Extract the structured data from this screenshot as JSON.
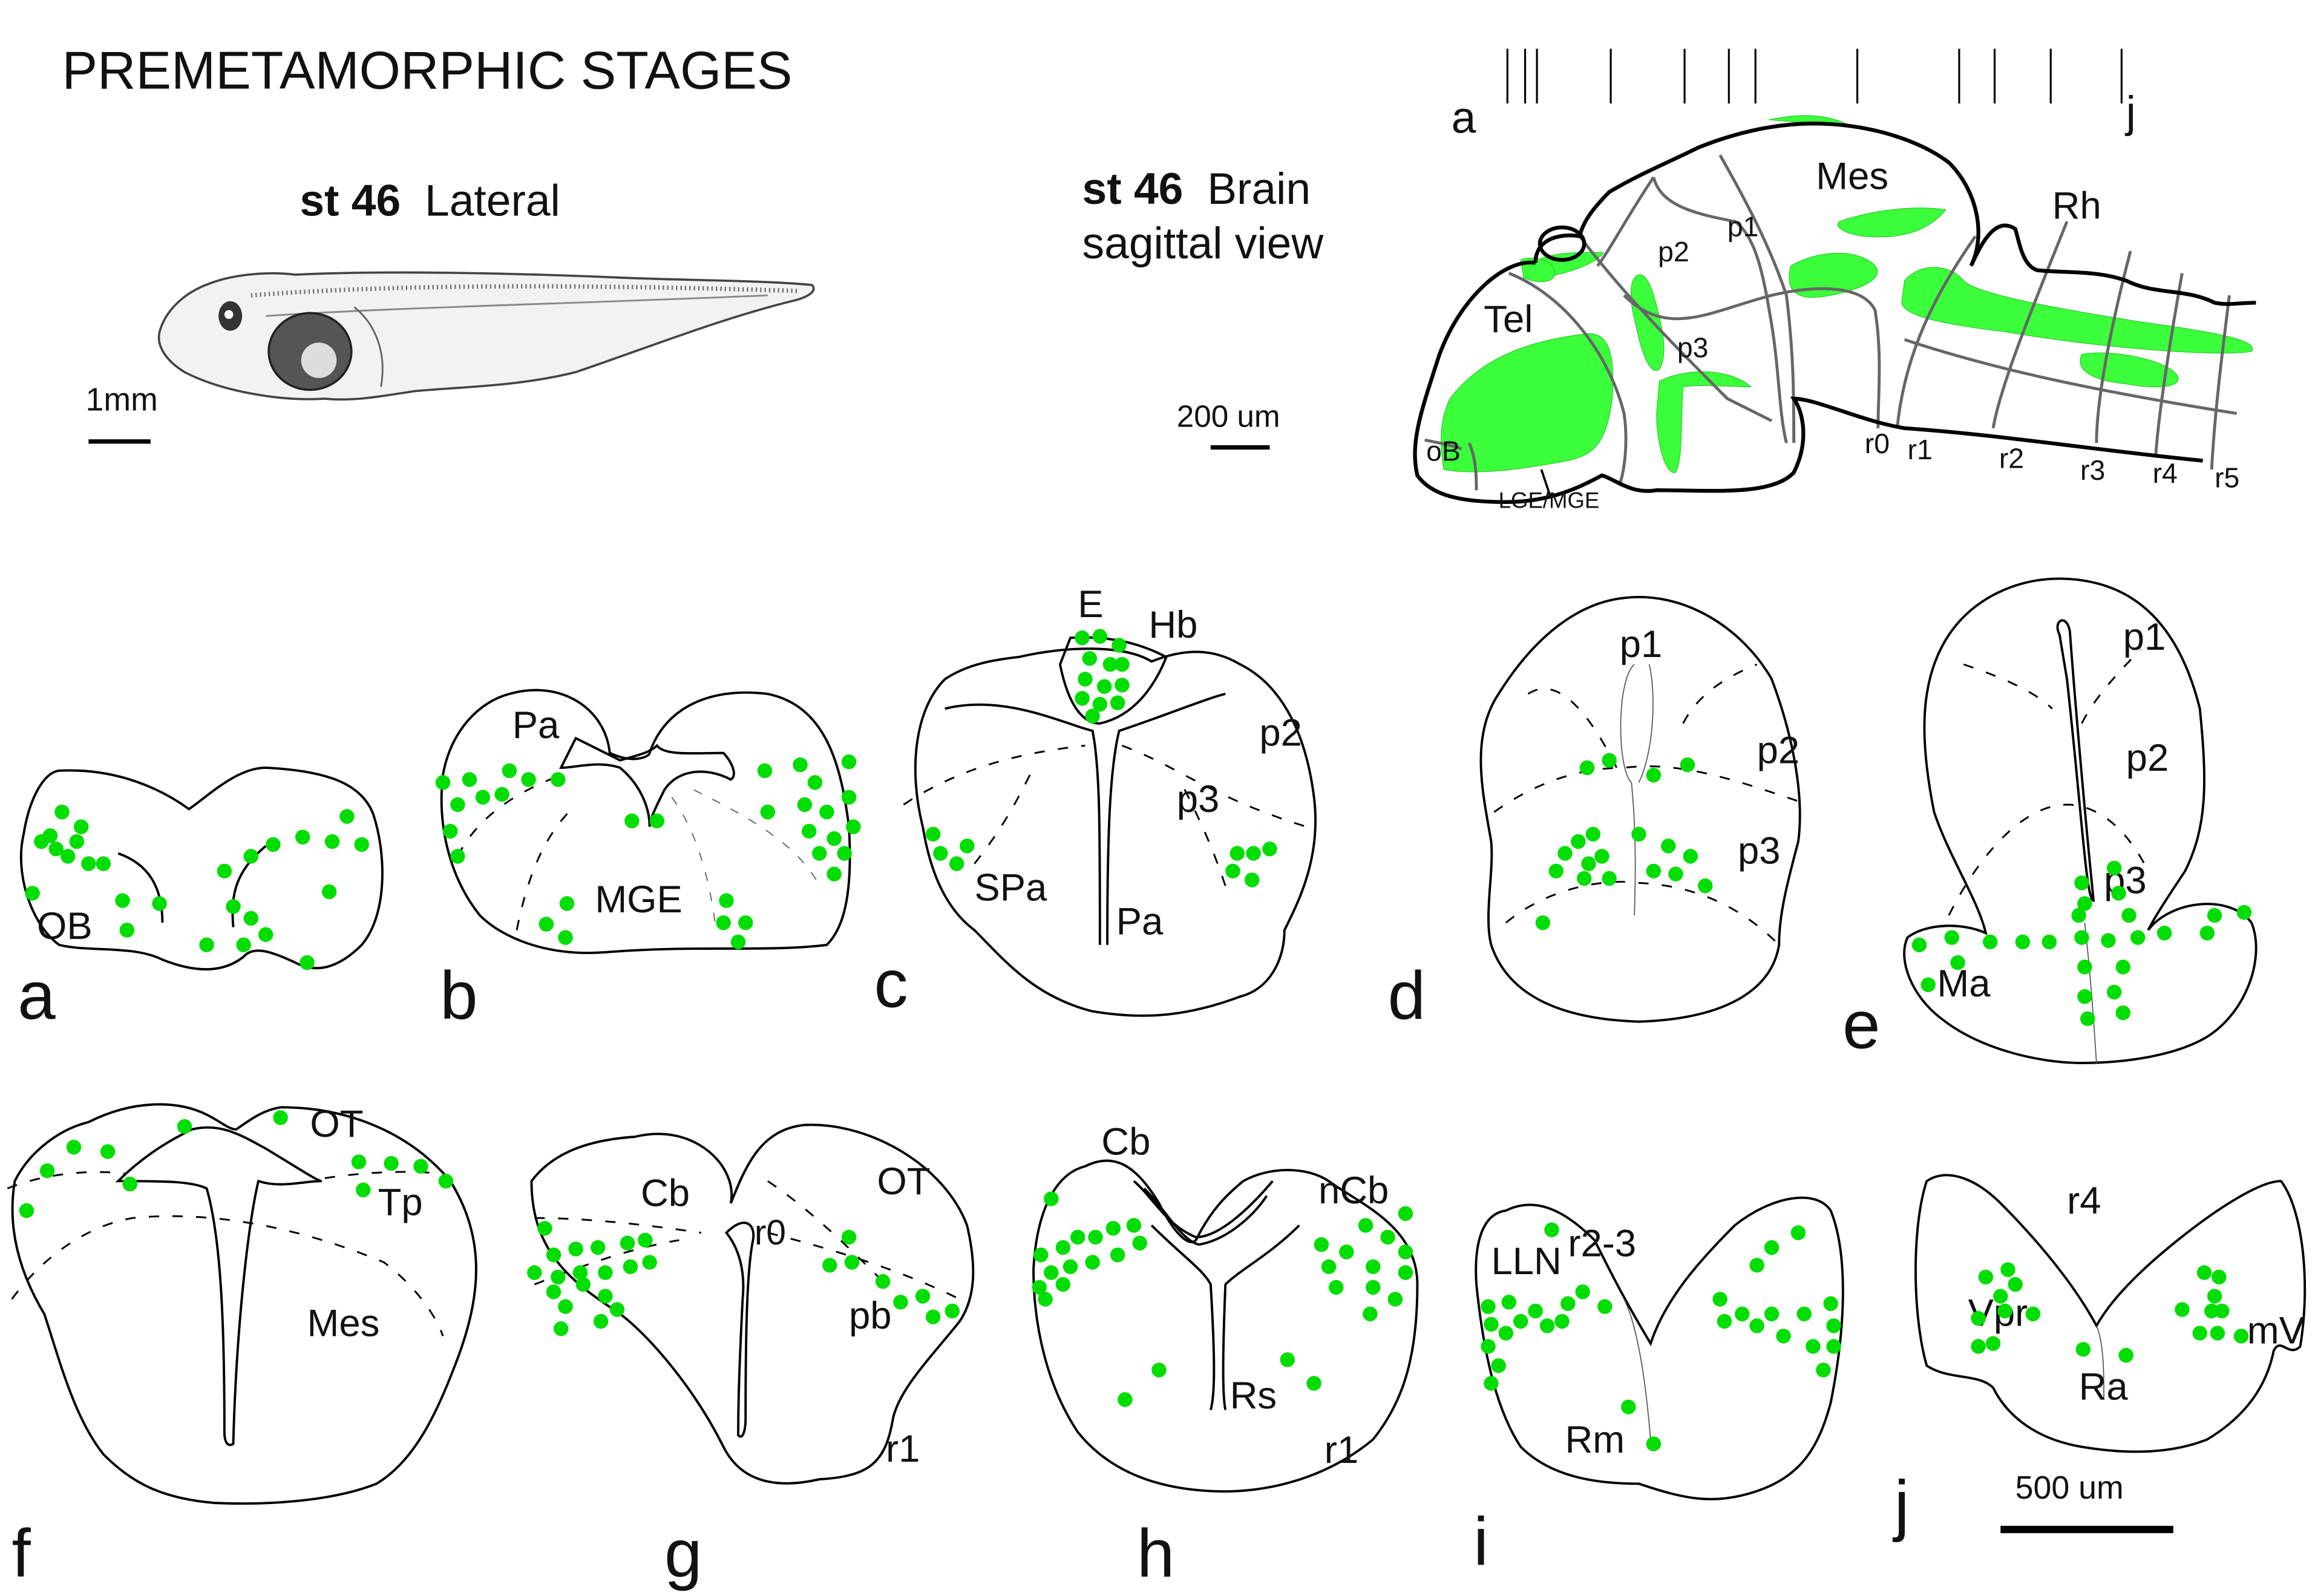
{
  "title": "PREMETAMORPHIC STAGES",
  "lateral": {
    "stage": "st 46",
    "view": "Lateral",
    "scale_label": "1mm"
  },
  "sagittal": {
    "stage": "st 46",
    "view_line1": "Brain",
    "view_line2": "sagittal view",
    "scale_label": "200 um",
    "section_start": "a",
    "section_end": "j",
    "regions": {
      "mes": "Mes",
      "rh": "Rh",
      "tel": "Tel",
      "p1": "p1",
      "p2": "p2",
      "p3": "p3",
      "ob": "oB",
      "lge_mge": "LGE/MGE"
    },
    "rhombomeres": [
      "r0",
      "r1",
      "r2",
      "r3",
      "r4",
      "r5"
    ]
  },
  "colors": {
    "label_dots": "#00DD00",
    "label_zones": "#3CFF3C",
    "boundaries": "#666666"
  },
  "panels": {
    "a": {
      "letter": "a",
      "labels": [
        "OB"
      ]
    },
    "b": {
      "letter": "b",
      "labels": [
        "Pa",
        "MGE"
      ]
    },
    "c": {
      "letter": "c",
      "labels": [
        "E",
        "Hb",
        "p2",
        "p3",
        "SPa",
        "Pa"
      ]
    },
    "d": {
      "letter": "d",
      "labels": [
        "p1",
        "p2",
        "p3"
      ]
    },
    "e": {
      "letter": "e",
      "labels": [
        "p1",
        "p2",
        "p3",
        "Ma"
      ]
    },
    "f": {
      "letter": "f",
      "labels": [
        "OT",
        "Tp",
        "Mes"
      ]
    },
    "g": {
      "letter": "g",
      "labels": [
        "Cb",
        "OT",
        "r0",
        "pb",
        "r1"
      ]
    },
    "h": {
      "letter": "h",
      "labels": [
        "Cb",
        "nCb",
        "Rs",
        "r1"
      ]
    },
    "i": {
      "letter": "i",
      "labels": [
        "LLN",
        "r2-3",
        "Rm"
      ]
    },
    "j": {
      "letter": "j",
      "labels": [
        "r4",
        "Vpr",
        "Ra",
        "mV"
      ]
    }
  },
  "scale_bar_sections": "500 um"
}
